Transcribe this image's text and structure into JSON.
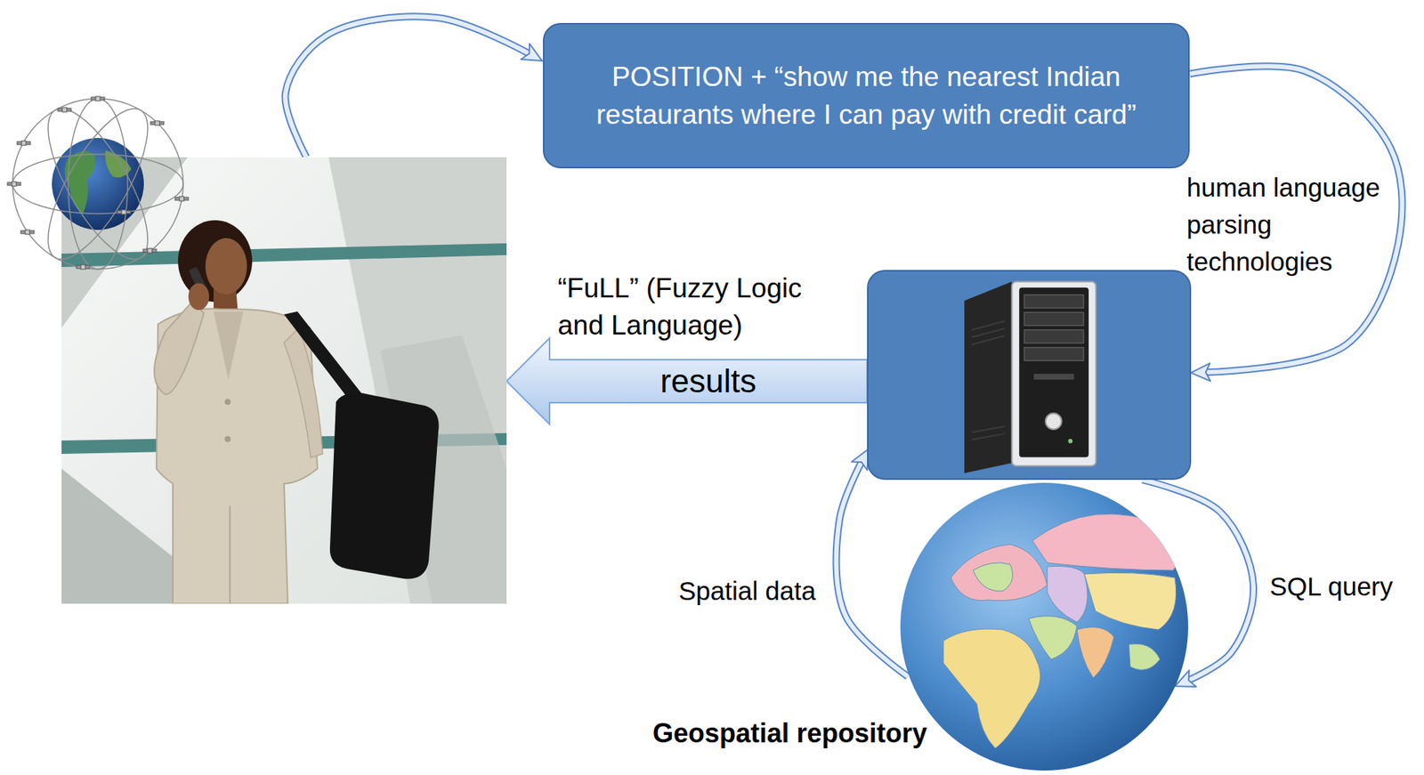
{
  "diagram": {
    "nodes": [
      {
        "text": [
          "POSITION + “show me the nearest Indian restaurants where I can pay with credit card”"
        ]
      },
      {
        "text": []
      },
      {
        "text": []
      },
      {
        "text": [
          "Geospatial repository"
        ]
      }
    ],
    "edges": [
      {
        "from": 1,
        "to": 0,
        "arrow": "to"
      },
      {
        "from": 0,
        "to": 2,
        "label": "human language parsing technologies",
        "arrow": "to"
      },
      {
        "from": 2,
        "to": 3,
        "label": "SQL query",
        "arrow": "to"
      },
      {
        "from": 3,
        "to": 2,
        "label": "Spatial data",
        "arrow": "to"
      },
      {
        "from": 2,
        "to": 1,
        "label": "results",
        "arrow": "to"
      }
    ],
    "labels": [
      "“FuLL” (Fuzzy Logic and Language)"
    ]
  }
}
